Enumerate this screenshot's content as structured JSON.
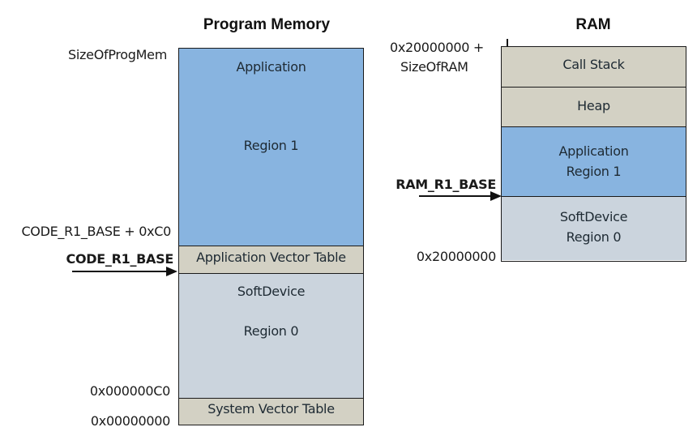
{
  "program_memory": {
    "title": "Program Memory",
    "labels": {
      "top": "SizeOfProgMem",
      "app_vt_top": "CODE_R1_BASE + 0xC0",
      "code_r1_base": "CODE_R1_BASE",
      "sys_vt_top": "0x000000C0",
      "bottom": "0x00000000"
    },
    "blocks": [
      {
        "line1": "Application",
        "line2": "Region 1",
        "type": "application"
      },
      {
        "line1": "Application Vector Table",
        "type": "vector-table"
      },
      {
        "line1": "SoftDevice",
        "line2": "Region 0",
        "type": "softdevice"
      },
      {
        "line1": "System Vector Table",
        "type": "vector-table"
      }
    ]
  },
  "ram": {
    "title": "RAM",
    "labels": {
      "top_line1": "0x20000000 +",
      "top_line2": "SizeOfRAM",
      "ram_r1_base": "RAM_R1_BASE",
      "bottom": "0x20000000"
    },
    "blocks": [
      {
        "line1": "Call Stack",
        "type": "vector-table"
      },
      {
        "line1": "Heap",
        "type": "vector-table"
      },
      {
        "line1": "Application",
        "line2": "Region 1",
        "type": "application"
      },
      {
        "line1": "SoftDevice",
        "line2": "Region 0",
        "type": "softdevice"
      }
    ]
  },
  "colors": {
    "application": "#88b4e0",
    "softdevice": "#cbd4dd",
    "vector_table": "#d3d1c4"
  }
}
